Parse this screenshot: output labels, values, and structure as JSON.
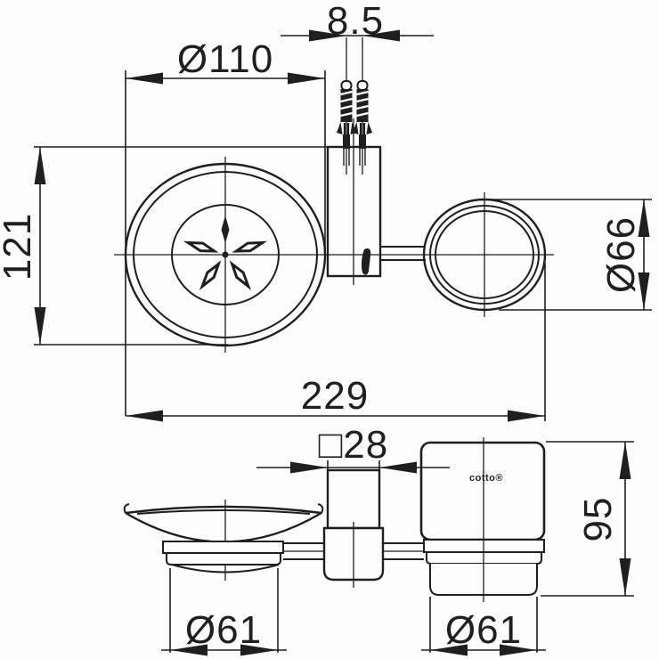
{
  "drawing": {
    "product": "soap-dish-and-tumbler-holder-technical-drawing",
    "colors": {
      "line": "#1f1f1f",
      "background": "#fdfdfd"
    }
  },
  "top_view": {
    "dim_screw_spacing": "8.5",
    "dim_dish_diameter": "Ø110",
    "dim_depth": "121",
    "dim_ring_diameter": "Ø66",
    "dim_overall_width": "229"
  },
  "front_view": {
    "dim_post_width": "□28",
    "dim_cup_height": "95",
    "dim_soap_glass_diameter": "Ø61",
    "dim_tumbler_glass_diameter": "Ø61",
    "brand": "cotto®"
  }
}
